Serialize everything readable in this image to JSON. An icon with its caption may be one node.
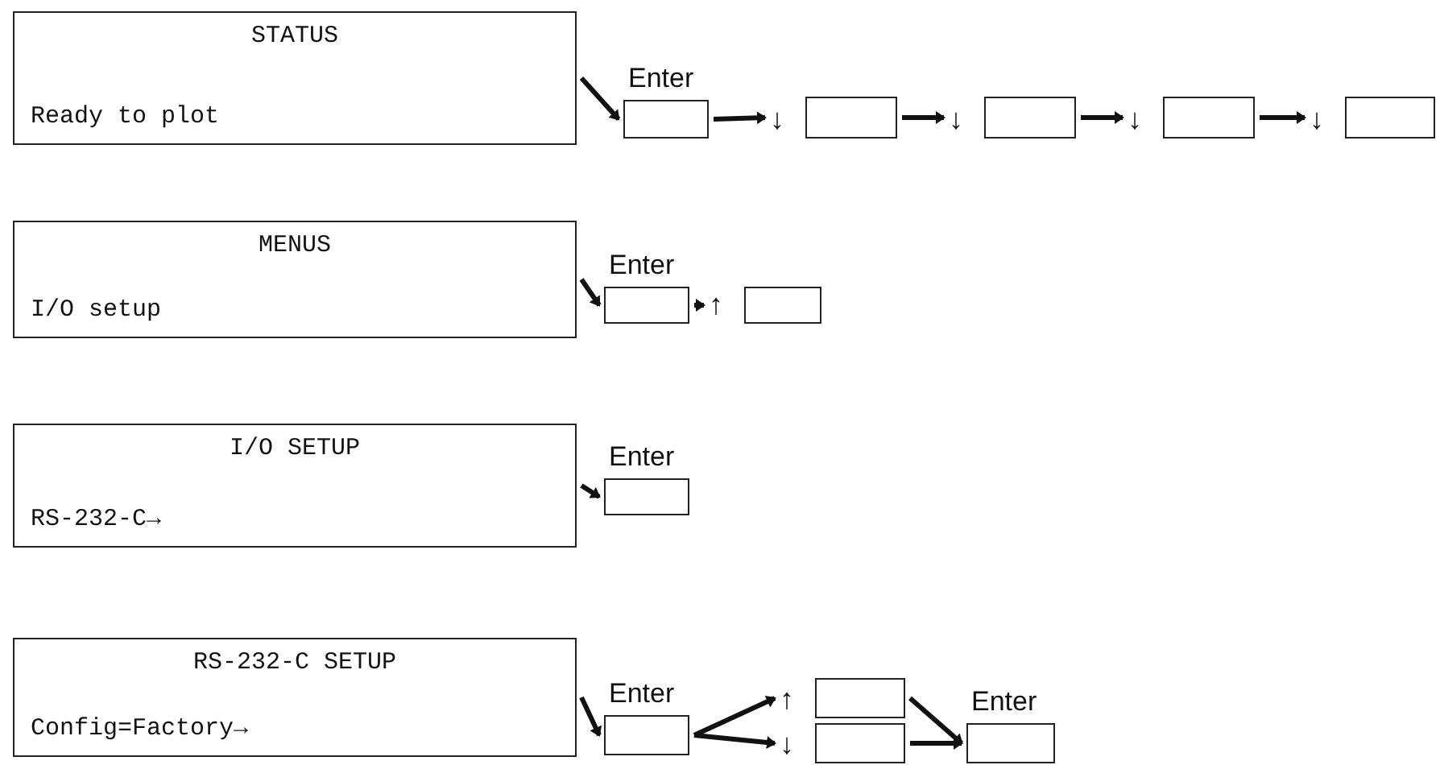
{
  "diagram": {
    "nodes": [
      {
        "text": [
          "STATUS",
          "Ready to plot"
        ]
      },
      {
        "text": [
          "Enter"
        ]
      },
      {
        "text": [],
        "shape": "box",
        "beside": [
          "↓"
        ]
      },
      {
        "text": [],
        "shape": "box",
        "beside": [
          "↓"
        ]
      },
      {
        "text": [],
        "shape": "box",
        "beside": [
          "↓"
        ]
      },
      {
        "text": [],
        "shape": "box",
        "beside": [
          "↓"
        ]
      },
      {
        "text": [
          "MENUS",
          "I/O setup"
        ]
      },
      {
        "text": [
          "Enter"
        ]
      },
      {
        "text": [],
        "shape": "box",
        "beside": [
          "↑"
        ]
      },
      {
        "text": [
          "I/O SETUP",
          "RS-232-C→"
        ]
      },
      {
        "text": [
          "Enter"
        ]
      },
      {
        "text": [
          "RS-232-C SETUP",
          "Config=Factory→"
        ]
      },
      {
        "text": [
          "Enter"
        ]
      },
      {
        "text": [],
        "shape": "box",
        "beside": [
          "↑"
        ]
      },
      {
        "text": [],
        "shape": "box",
        "beside": [
          "↓"
        ]
      },
      {
        "text": [
          "Enter"
        ]
      }
    ],
    "edges": [
      {
        "from": 0,
        "to": 1,
        "arrow": "to"
      },
      {
        "from": 1,
        "to": 2,
        "arrow": "to"
      },
      {
        "from": 2,
        "to": 3,
        "arrow": "to"
      },
      {
        "from": 3,
        "to": 4,
        "arrow": "to"
      },
      {
        "from": 4,
        "to": 5,
        "arrow": "to"
      },
      {
        "from": 6,
        "to": 7,
        "arrow": "to"
      },
      {
        "from": 7,
        "to": 8,
        "arrow": "to"
      },
      {
        "from": 9,
        "to": 10,
        "arrow": "to"
      },
      {
        "from": 11,
        "to": 12,
        "arrow": "to"
      },
      {
        "from": 12,
        "to": 13,
        "arrow": "to"
      },
      {
        "from": 12,
        "to": 14,
        "arrow": "to"
      },
      {
        "from": 13,
        "to": 15,
        "arrow": "to"
      },
      {
        "from": 14,
        "to": 15,
        "arrow": "to"
      }
    ]
  }
}
